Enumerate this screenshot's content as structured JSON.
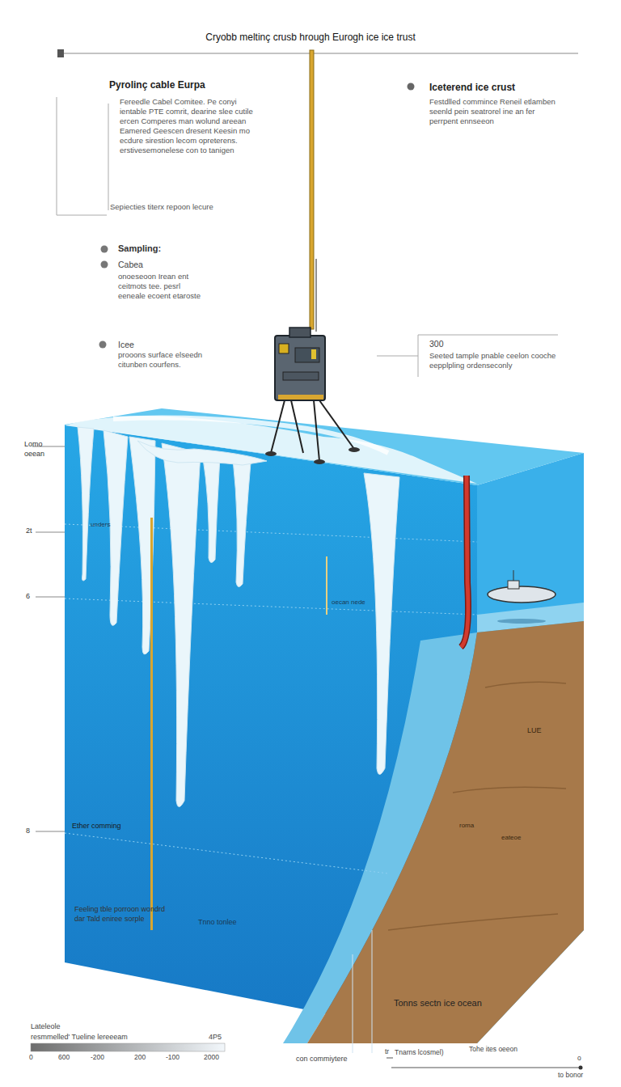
{
  "diagram": {
    "title": "Cryobb meltinç crusb hrough Eurogh ice ice trust",
    "labels": [
      "Pyrolinç cable Eurpa",
      "Fereedle Cabel Comitee. Pe conyi ientable PTE comrit, dearine slee cutile ercen Comperes man wolund areean Eamered Geescen dresent Keesin mo ecdure sirestion lecom opreterens. erstivesemonelese con to tanigen",
      "Sepiecties titerx repoon lecure",
      "Iceterend ice crust",
      "Festdlled commince Reneil etlamben seenld pein seatrorel ine an fer perrpent ennseeon",
      "Sampling:",
      "Cabea",
      "onoeseoon Irean ent ceitmots tee. pesrl eeneale ecoent etaroste",
      "Icee",
      "prooons surface elseedn citunben courfens.",
      "300",
      "Seeted tample pnable ceelon cooche eepplpling ordenseconly",
      "Lomo oeean",
      "2t",
      "6",
      "8",
      "Ether comming",
      "Feeling tble porroon wondrd dar Tald eniree sorple",
      "unders",
      "oecan nede",
      "Tnno tonlee",
      "LUE",
      "roma",
      "eateoe",
      "Tonns sectn ice ocean",
      "Lateleole",
      "resmmelled' Tueline lereeeam",
      "4P5",
      "0",
      "600",
      "-200",
      "200",
      "-100",
      "2000",
      "con commiytere",
      "tr",
      "Tnarns lcosmel)",
      "Tohe ites oeeon",
      "o",
      "to bonor"
    ]
  }
}
